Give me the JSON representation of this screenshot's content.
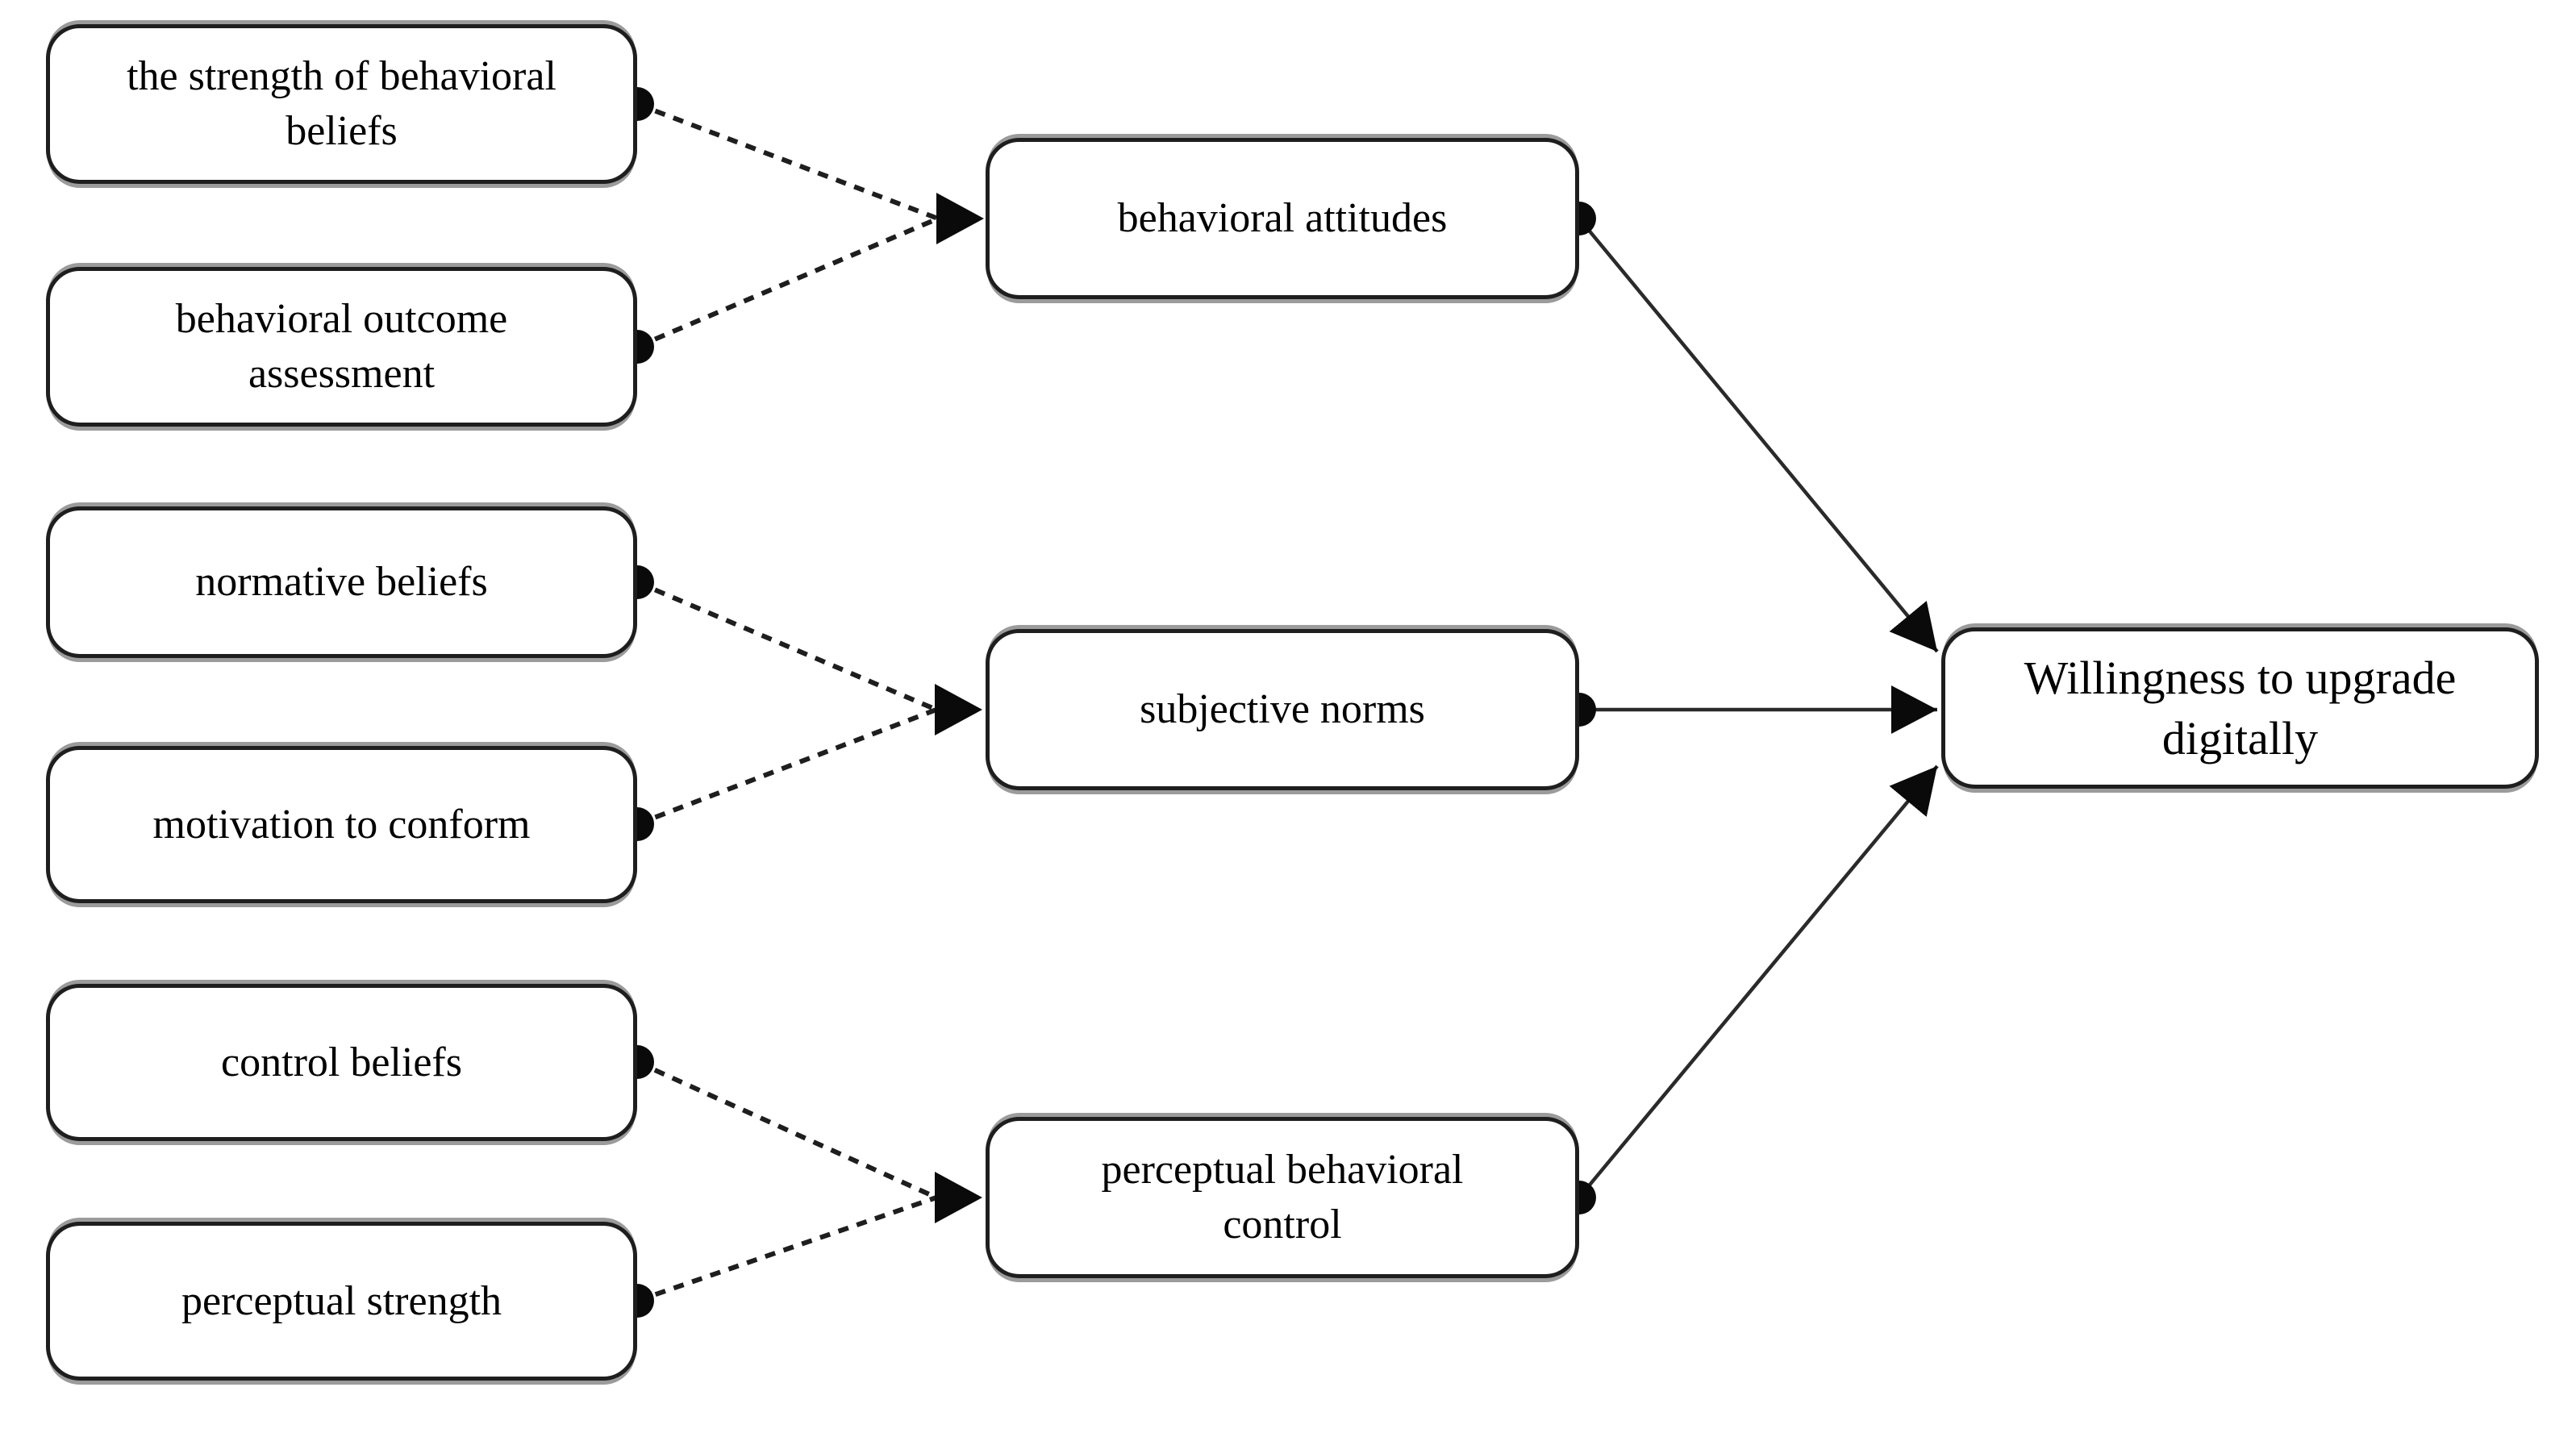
{
  "diagram": {
    "background_color": "#ffffff",
    "box_fill_color": "#ffffff",
    "box_border_color": "#1e1e1e",
    "connector_color": "#1e1e1e",
    "nodes": [
      {
        "id": "strength-of-behavioral-beliefs",
        "label": "the strength of behavioral\nbeliefs"
      },
      {
        "id": "behavioral-outcome-assessment",
        "label": "behavioral outcome\nassessment"
      },
      {
        "id": "normative-beliefs",
        "label": "normative beliefs"
      },
      {
        "id": "motivation-to-conform",
        "label": "motivation to conform"
      },
      {
        "id": "control-beliefs",
        "label": "control beliefs"
      },
      {
        "id": "perceptual-strength",
        "label": "perceptual strength"
      },
      {
        "id": "behavioral-attitudes",
        "label": "behavioral attitudes"
      },
      {
        "id": "subjective-norms",
        "label": "subjective norms"
      },
      {
        "id": "perceptual-behavioral-control",
        "label": "perceptual behavioral\ncontrol"
      },
      {
        "id": "willingness-to-upgrade-digitally",
        "label": "Willingness to upgrade\ndigitally"
      }
    ],
    "edges": [
      {
        "from": "strength-of-behavioral-beliefs",
        "to": "behavioral-attitudes",
        "style": "dashed"
      },
      {
        "from": "behavioral-outcome-assessment",
        "to": "behavioral-attitudes",
        "style": "dashed"
      },
      {
        "from": "normative-beliefs",
        "to": "subjective-norms",
        "style": "dashed"
      },
      {
        "from": "motivation-to-conform",
        "to": "subjective-norms",
        "style": "dashed"
      },
      {
        "from": "control-beliefs",
        "to": "perceptual-behavioral-control",
        "style": "dashed"
      },
      {
        "from": "perceptual-strength",
        "to": "perceptual-behavioral-control",
        "style": "dashed"
      },
      {
        "from": "behavioral-attitudes",
        "to": "willingness-to-upgrade-digitally",
        "style": "solid"
      },
      {
        "from": "subjective-norms",
        "to": "willingness-to-upgrade-digitally",
        "style": "solid"
      },
      {
        "from": "perceptual-behavioral-control",
        "to": "willingness-to-upgrade-digitally",
        "style": "solid"
      }
    ]
  }
}
